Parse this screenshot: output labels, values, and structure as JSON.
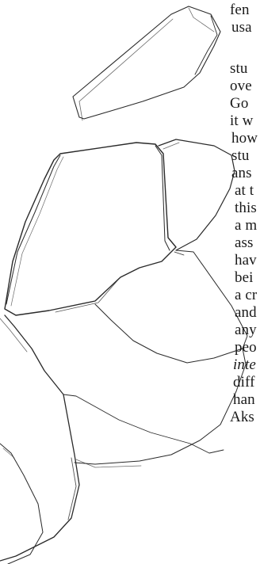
{
  "document": {
    "lines": [
      {
        "text": "fen",
        "italic": false
      },
      {
        "text": "usa",
        "italic": false
      },
      {
        "text": "stu",
        "italic": false
      },
      {
        "text": "ove",
        "italic": false
      },
      {
        "text": "Go",
        "italic": false
      },
      {
        "text": "it w",
        "italic": false
      },
      {
        "text": "how",
        "italic": false
      },
      {
        "text": "stu",
        "italic": false
      },
      {
        "text": "ans",
        "italic": false
      },
      {
        "text": "at t",
        "italic": false
      },
      {
        "text": "this",
        "italic": false
      },
      {
        "text": "a m",
        "italic": false
      },
      {
        "text": "ass",
        "italic": false
      },
      {
        "text": "hav",
        "italic": false
      },
      {
        "text": "bei",
        "italic": false
      },
      {
        "text": "a cr",
        "italic": false
      },
      {
        "text": "and",
        "italic": false
      },
      {
        "text": "any",
        "italic": false
      },
      {
        "text": "peo",
        "italic": false
      },
      {
        "text": "inte",
        "italic": true
      },
      {
        "text": "diff",
        "italic": false
      },
      {
        "text": "han",
        "italic": false
      },
      {
        "text": "Aks",
        "italic": false
      }
    ]
  }
}
